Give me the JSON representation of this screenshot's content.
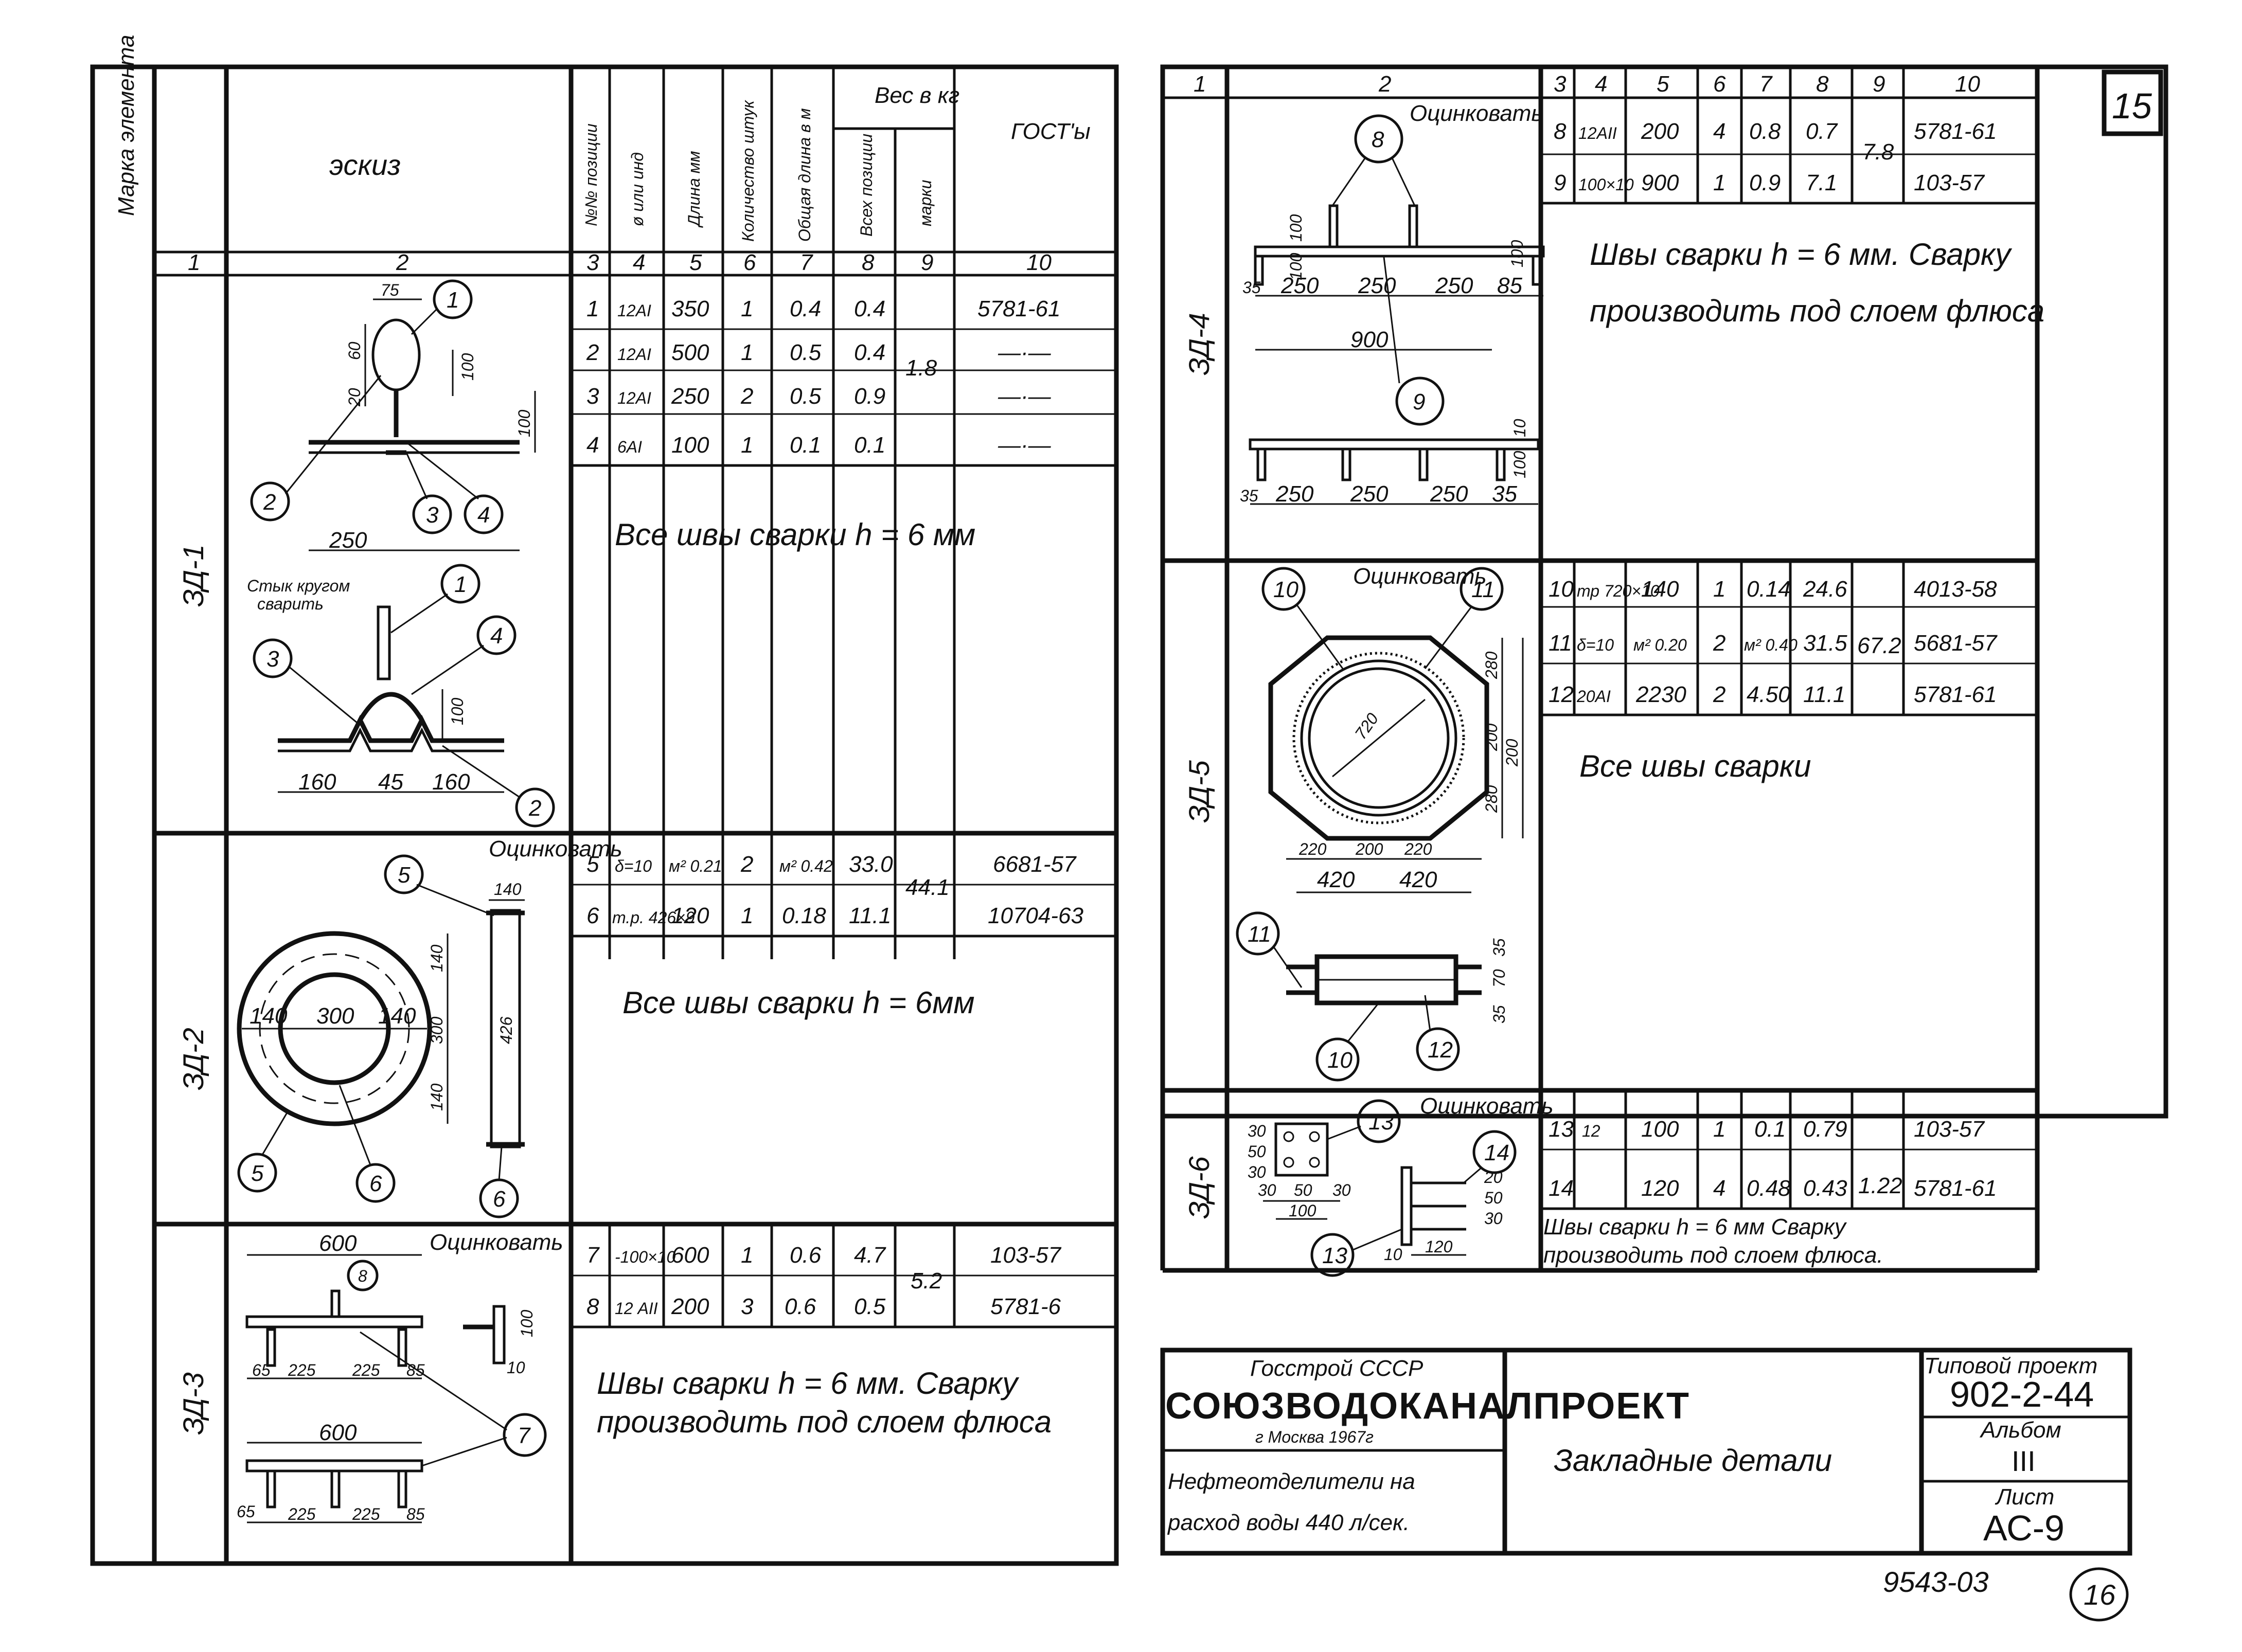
{
  "sheet_number": "15",
  "next_sheet": "16",
  "doc_code": "9543-03",
  "left_table": {
    "headers": {
      "mark": "Марка элемента",
      "sketch": "эскиз",
      "pos": "№№ позиции",
      "dia": "ø или инд",
      "length": "Длина мм",
      "qty": "Количество штук",
      "total_len": "Общая длина в м",
      "weight": "Вес в кг",
      "w_pos": "Всех позиции",
      "w_mark": "марки",
      "gost": "ГОСТ'ы"
    },
    "col_numbers": [
      "1",
      "2",
      "3",
      "4",
      "5",
      "6",
      "7",
      "8",
      "9",
      "10"
    ],
    "rows_zd1": [
      [
        "1",
        "12АI",
        "350",
        "1",
        "0.4",
        "0.4",
        "",
        "5781-61"
      ],
      [
        "2",
        "12АI",
        "500",
        "1",
        "0.5",
        "0.4",
        "",
        "—·—"
      ],
      [
        "3",
        "12АI",
        "250",
        "2",
        "0.5",
        "0.9",
        "",
        "—·—"
      ],
      [
        "4",
        "6АI",
        "100",
        "1",
        "0.1",
        "0.1",
        "",
        "—·—"
      ]
    ],
    "zd1_mark_weight": "1.8",
    "rows_zd2": [
      [
        "5",
        "δ=10",
        "м² 0.21",
        "2",
        "м² 0.42",
        "33.0",
        "",
        "6681-57"
      ],
      [
        "6",
        "т.р. 426×9",
        "120",
        "1",
        "0.18",
        "11.1",
        "",
        "10704-63"
      ]
    ],
    "zd2_mark_weight": "44.1",
    "rows_zd3": [
      [
        "7",
        "-100×10",
        "600",
        "1",
        "0.6",
        "4.7",
        "",
        "103-57"
      ],
      [
        "8",
        "12 АII",
        "200",
        "3",
        "0.6",
        "0.5",
        "",
        "5781-6"
      ]
    ],
    "zd3_mark_weight": "5.2"
  },
  "right_table": {
    "rows_zd4": [
      [
        "8",
        "12АII",
        "200",
        "4",
        "0.8",
        "0.7",
        "5781-61"
      ],
      [
        "9",
        "100×10",
        "900",
        "1",
        "0.9",
        "7.1",
        "103-57"
      ]
    ],
    "zd4_mark_weight": "7.8",
    "rows_zd5": [
      [
        "10",
        "тр 720×10",
        "140",
        "1",
        "0.14",
        "24.6",
        "4013-58"
      ],
      [
        "11",
        "δ=10",
        "м² 0.20",
        "2",
        "м² 0.40",
        "31.5",
        "5681-57"
      ],
      [
        "12",
        "20АI",
        "2230",
        "2",
        "4.50",
        "11.1",
        "5781-61"
      ]
    ],
    "zd5_mark_weight": "67.2",
    "rows_zd6": [
      [
        "13",
        "12",
        "100",
        "1",
        "0.1",
        "0.79",
        "103-57"
      ],
      [
        "14",
        "",
        "120",
        "4",
        "0.48",
        "0.43",
        "5781-61"
      ]
    ],
    "zd6_mark_weight": "1.22"
  },
  "marks": {
    "zd1": "ЗД-1",
    "zd2": "ЗД-2",
    "zd3": "ЗД-3",
    "zd4": "ЗД-4",
    "zd5": "ЗД-5",
    "zd6": "ЗД-6"
  },
  "notes": {
    "zd1": "Все швы сварки h = 6 мм",
    "zd2": "Все швы сварки h = 6мм",
    "zd3_line1": "Швы сварки h = 6 мм. Сварку",
    "zd3_line2": "производить под слоем флюса",
    "zd4_line1": "Швы сварки h = 6 мм. Сварку",
    "zd4_line2": "производить под слоем флюса",
    "zd5": "Все швы сварки",
    "zd6_line1": "Швы сварки h = 6 мм Сварку",
    "zd6_line2": "производить под слоем флюса.",
    "galvanize": "Оцинковать",
    "ring_weld_line1": "Стык кругом",
    "ring_weld_line2": "сварить"
  },
  "title_block": {
    "org_top": "Госстрой СССР",
    "org_name": "СОЮЗВОДОКАНАЛПРОЕКТ",
    "city_year": "г Москва 1967г",
    "project_line1": "Нефтеотделители на",
    "project_line2": "расход воды 440 л/сек.",
    "sheet_title": "Закладные детали",
    "typical_project_label": "Типовой проект",
    "typical_project_code": "902-2-44",
    "album_label": "Альбом",
    "album_value": "III",
    "sheet_label": "Лист",
    "sheet_value": "АС-9"
  },
  "dims": {
    "d75": "75",
    "d20": "20",
    "d60": "60",
    "d100": "100",
    "d250": "250",
    "d160": "160",
    "d45": "45",
    "d140": "140",
    "d300": "300",
    "d426": "426",
    "d600": "600",
    "d225": "225",
    "d85": "85",
    "d65": "65",
    "d10": "10",
    "d900": "900",
    "d720": "720",
    "d280": "280",
    "d200": "200",
    "d220": "220",
    "d420": "420",
    "d35": "35",
    "d70": "70",
    "d30": "30",
    "d50": "50",
    "d120": "120"
  }
}
